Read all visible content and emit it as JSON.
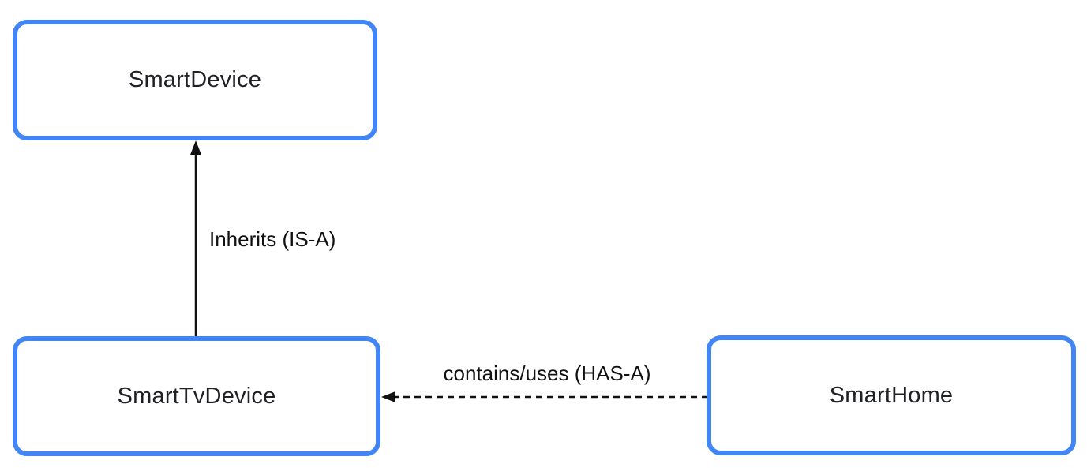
{
  "diagram": {
    "type": "class-relationship",
    "nodes": [
      {
        "id": "smartdevice",
        "label": "SmartDevice"
      },
      {
        "id": "smarttvdevice",
        "label": "SmartTvDevice"
      },
      {
        "id": "smarthome",
        "label": "SmartHome"
      }
    ],
    "edges": [
      {
        "from": "SmartTvDevice",
        "to": "SmartDevice",
        "label": "Inherits (IS-A)",
        "line_style": "solid",
        "arrow_direction": "up"
      },
      {
        "from": "SmartHome",
        "to": "SmartTvDevice",
        "label": "contains/uses (HAS-A)",
        "line_style": "dashed",
        "arrow_direction": "left"
      }
    ],
    "colors": {
      "node_border": "#4285f4",
      "node_fill": "#ffffff",
      "node_text": "#202124",
      "edge_stroke": "#111111",
      "background": "#ffffff"
    }
  }
}
